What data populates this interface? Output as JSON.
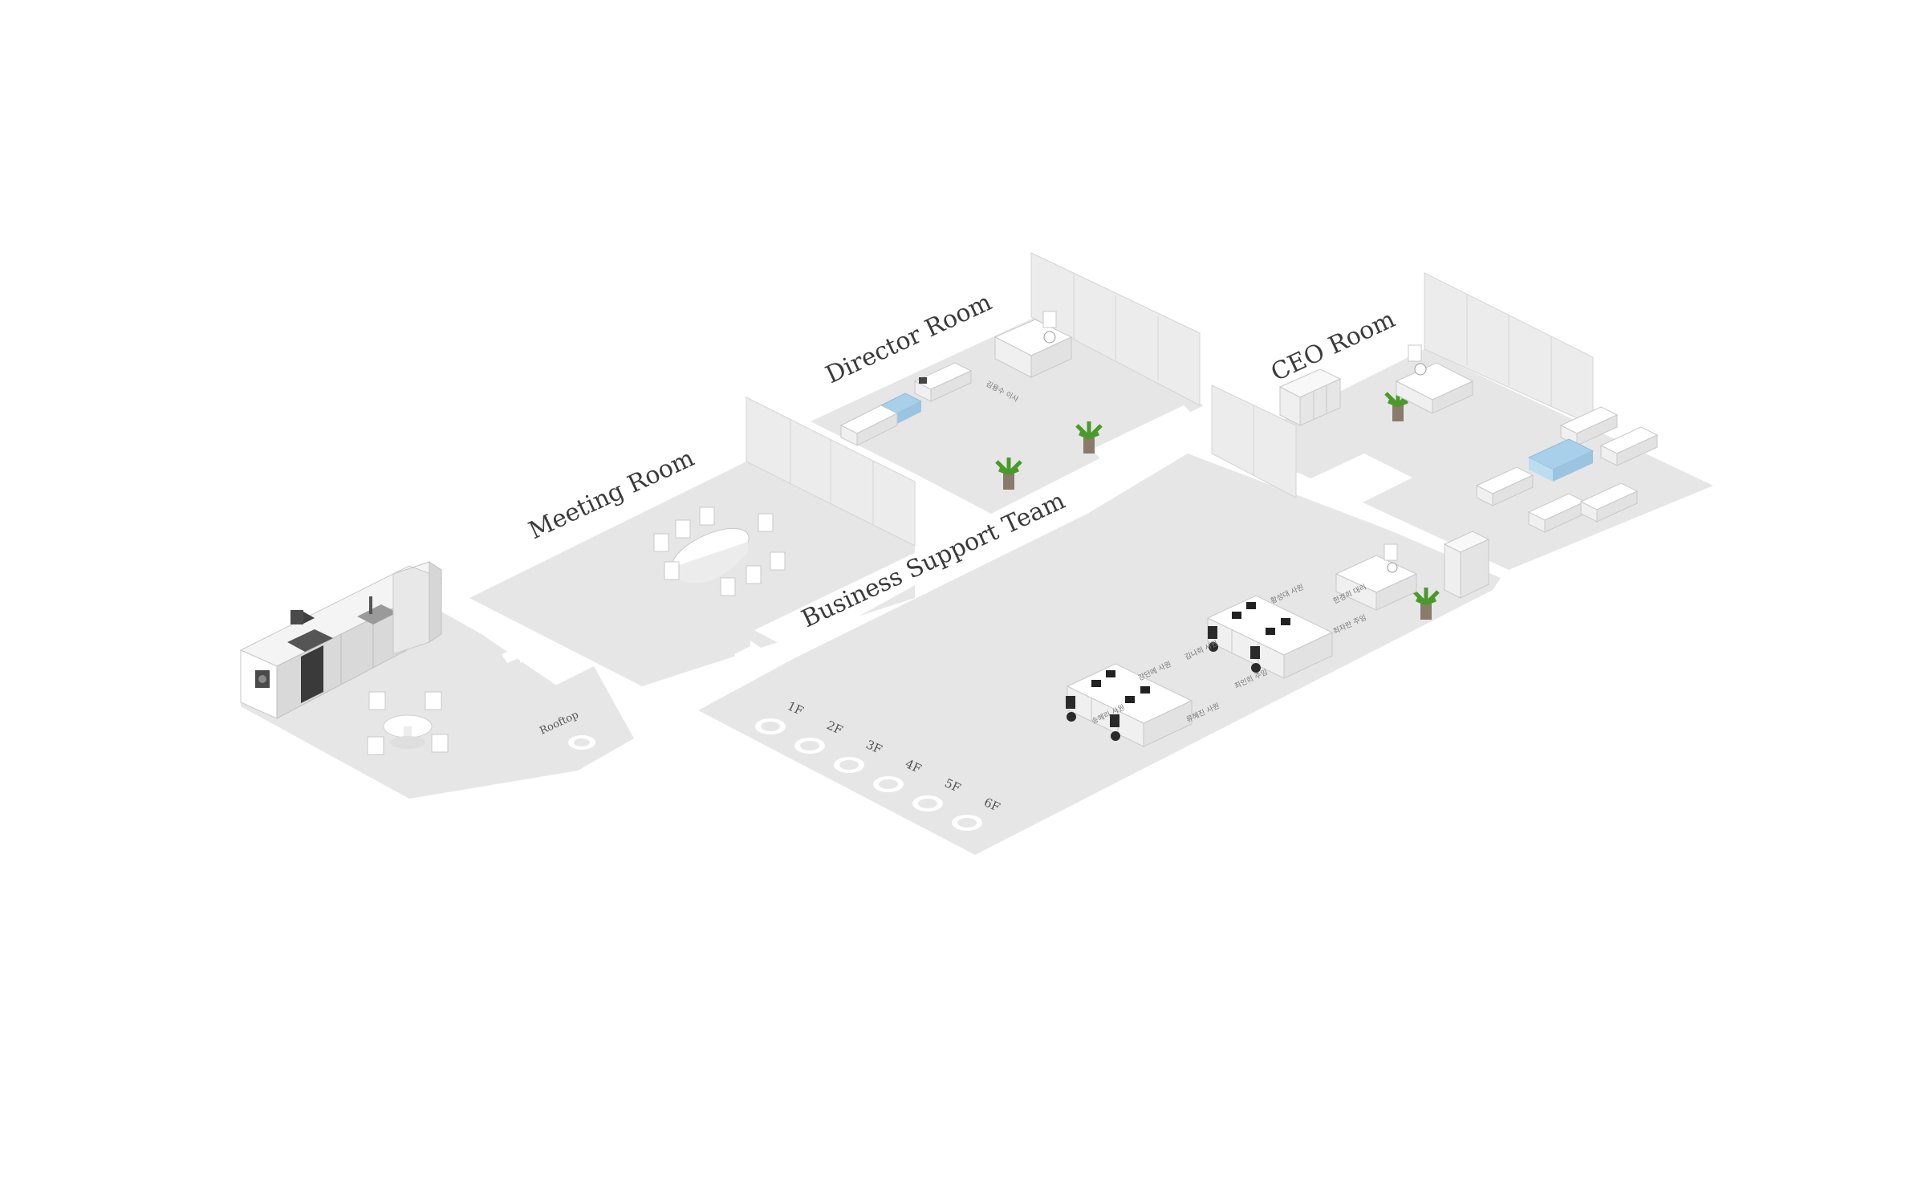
{
  "rooms": {
    "director": "Director Room",
    "ceo": "CEO Room",
    "meeting": "Meeting Room",
    "business_support": "Business Support Team"
  },
  "rooftop_label": "Rooftop",
  "floors": [
    "1F",
    "2F",
    "3F",
    "4F",
    "5F",
    "6F"
  ],
  "desk_names": {
    "director": "김용수 이사",
    "ceo_area": "한경희 대리",
    "ceo_area_2": "최자란 주임",
    "desk_1": "황성대 사원",
    "desk_2": "김나희 사원",
    "desk_3": "강단에 사원",
    "desk_4": "최인희 주임",
    "desk_5": "류혜진 사원",
    "desk_6": "송혜리 사원"
  },
  "colors": {
    "floor": "#e6e6e6",
    "floor_dark": "#dcdcdc",
    "wall": "#ececec",
    "wall_line": "#cfcfcf",
    "furniture": "#ffffff",
    "furniture_edge": "#c8c8c8",
    "plant": "#4a9a2a",
    "pot": "#8a7a6a",
    "glass": "#a8d0ea",
    "chair_dark": "#2a2a2a",
    "marker_ring": "#ffffff"
  }
}
